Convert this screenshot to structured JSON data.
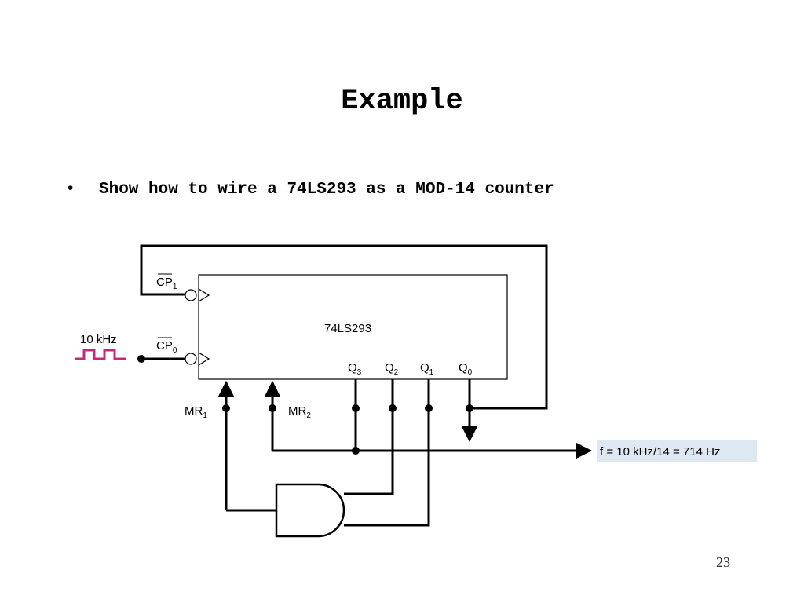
{
  "slide": {
    "title": "Example",
    "bullet": "Show how to wire a 74LS293 as a MOD-14 counter",
    "bullet_marker": "•",
    "page_number": "23"
  },
  "diagram": {
    "chip_label": "74LS293",
    "clock_label": "10 kHz",
    "cp1": {
      "main": "CP",
      "sub": "1"
    },
    "cp0": {
      "main": "CP",
      "sub": "0"
    },
    "outputs": [
      {
        "main": "Q",
        "sub": "3"
      },
      {
        "main": "Q",
        "sub": "2"
      },
      {
        "main": "Q",
        "sub": "1"
      },
      {
        "main": "Q",
        "sub": "0"
      }
    ],
    "mr1": {
      "main": "MR",
      "sub": "1"
    },
    "mr2": {
      "main": "MR",
      "sub": "2"
    },
    "output_frequency": "f = 10 kHz/14 = 714 Hz",
    "colors": {
      "wire": "#000000",
      "clock_waveform": "#c8287a",
      "freq_highlight": "#dde8f3"
    }
  }
}
